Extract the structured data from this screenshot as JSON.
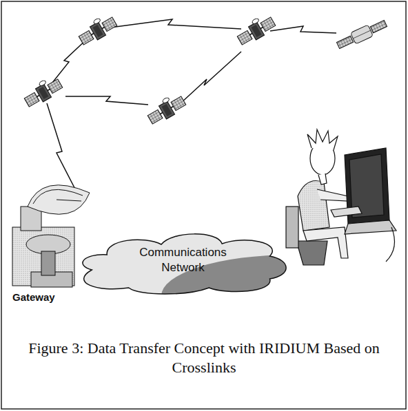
{
  "diagram": {
    "caption": "Figure 3: Data Transfer Concept with IRIDIUM Based on Crosslinks",
    "nodes": [
      {
        "text": [
          "Communications Network"
        ]
      }
    ],
    "edges": [],
    "labels": [
      "Gateway"
    ]
  }
}
